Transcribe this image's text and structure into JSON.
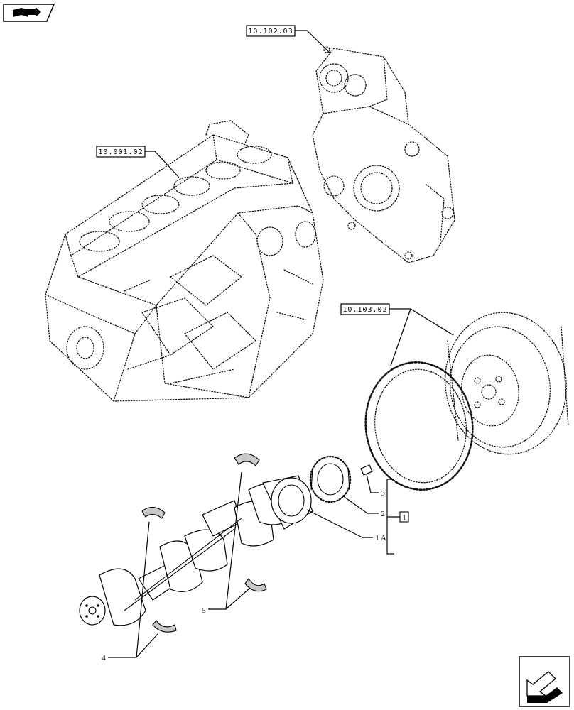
{
  "diagram": {
    "references": {
      "engine_block": "10.001.02",
      "timing_cover": "10.102.03",
      "flywheel": "10.103.02"
    },
    "callouts": {
      "item_1A": "1 A",
      "item_2": "2",
      "item_3": "3",
      "item_4": "4",
      "item_5": "5",
      "group_1": "1"
    }
  },
  "icons": {
    "top_left": "book-arrow-icon",
    "bottom_right": "next-page-arrow-icon"
  }
}
